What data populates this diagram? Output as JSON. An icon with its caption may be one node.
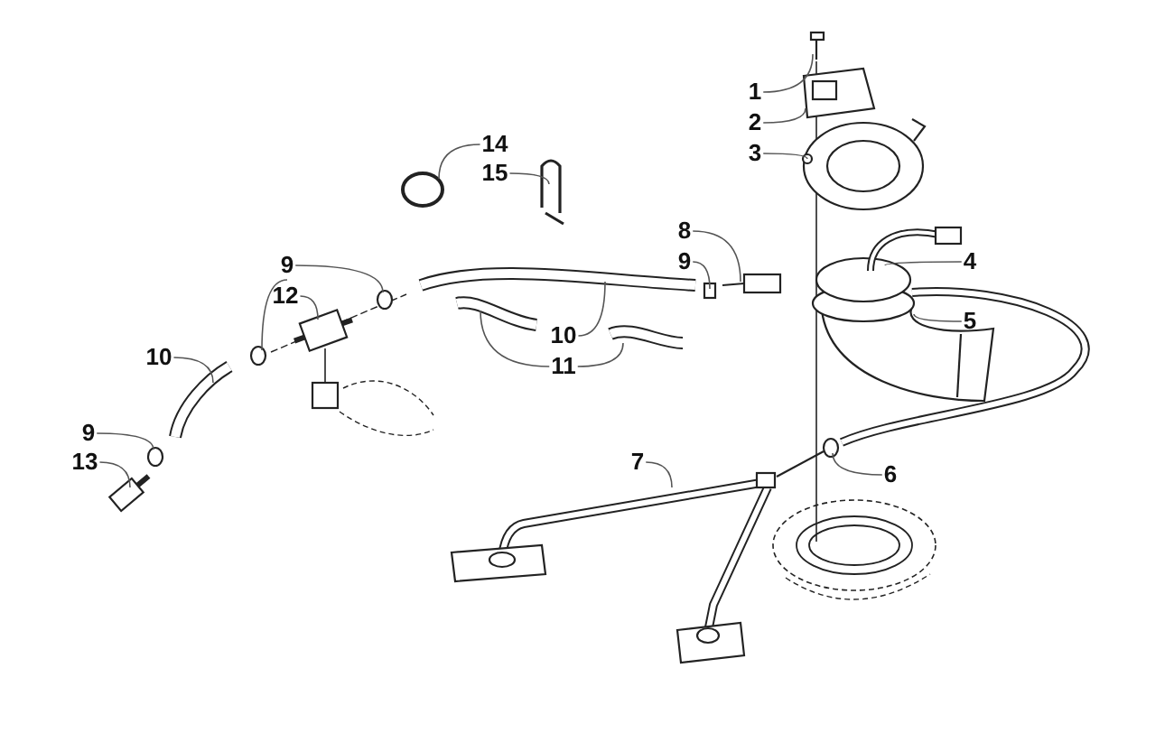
{
  "diagram": {
    "nodes": [
      {
        "text": [
          "1"
        ]
      },
      {
        "text": [
          "2"
        ]
      },
      {
        "text": [
          "14"
        ]
      },
      {
        "text": [
          "3"
        ]
      },
      {
        "text": [
          "15"
        ]
      },
      {
        "text": [
          "8"
        ]
      },
      {
        "text": [
          "9"
        ]
      },
      {
        "text": [
          "9"
        ]
      },
      {
        "text": [
          "4"
        ]
      },
      {
        "text": [
          "12"
        ]
      },
      {
        "text": [
          "5"
        ]
      },
      {
        "text": [
          "10"
        ]
      },
      {
        "text": [
          "10"
        ]
      },
      {
        "text": [
          "11"
        ]
      },
      {
        "text": [
          "9"
        ]
      },
      {
        "text": [
          "7"
        ]
      },
      {
        "text": [
          "6"
        ]
      },
      {
        "text": [
          "13"
        ]
      }
    ],
    "edges": [
      {
        "from": 0,
        "to": null,
        "arrow": "none"
      },
      {
        "from": 1,
        "to": null,
        "arrow": "none"
      },
      {
        "from": 2,
        "to": null,
        "arrow": "none"
      },
      {
        "from": 3,
        "to": null,
        "arrow": "none"
      },
      {
        "from": 4,
        "to": null,
        "arrow": "none"
      },
      {
        "from": 5,
        "to": null,
        "arrow": "none"
      },
      {
        "from": 6,
        "to": null,
        "arrow": "none"
      },
      {
        "from": 7,
        "to": null,
        "arrow": "none"
      },
      {
        "from": 7,
        "to": null,
        "arrow": "none"
      },
      {
        "from": 8,
        "to": null,
        "arrow": "none"
      },
      {
        "from": 9,
        "to": null,
        "arrow": "none"
      },
      {
        "from": 10,
        "to": null,
        "arrow": "none"
      },
      {
        "from": 11,
        "to": null,
        "arrow": "none"
      },
      {
        "from": 12,
        "to": null,
        "arrow": "none"
      },
      {
        "from": 13,
        "to": null,
        "arrow": "none"
      },
      {
        "from": 13,
        "to": null,
        "arrow": "none"
      },
      {
        "from": 14,
        "to": null,
        "arrow": "none"
      },
      {
        "from": 15,
        "to": null,
        "arrow": "none"
      },
      {
        "from": 16,
        "to": null,
        "arrow": "none"
      },
      {
        "from": 17,
        "to": null,
        "arrow": "none"
      }
    ]
  }
}
